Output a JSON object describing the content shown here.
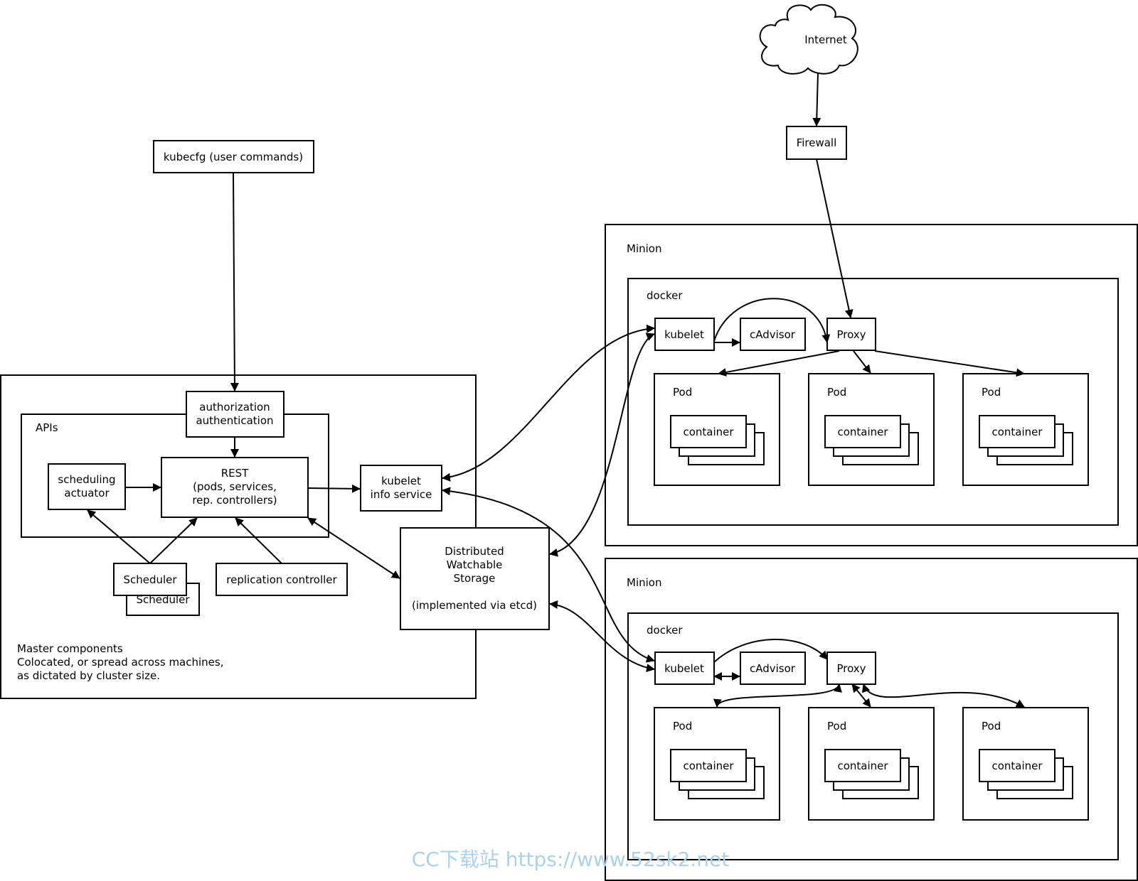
{
  "internet": "Internet",
  "firewall": "Firewall",
  "kubecfg": "kubecfg (user commands)",
  "master": {
    "auth_line1": "authorization",
    "auth_line2": "authentication",
    "apis_label": "APIs",
    "scheduling_line1": "scheduling",
    "scheduling_line2": "actuator",
    "rest_line1": "REST",
    "rest_line2": "(pods, services,",
    "rest_line3": "rep. controllers)",
    "kubelet_info_line1": "kubelet",
    "kubelet_info_line2": "info service",
    "scheduler": "Scheduler",
    "scheduler_back": "Scheduler",
    "replication_controller": "replication controller",
    "storage_line1": "Distributed",
    "storage_line2": "Watchable",
    "storage_line3": "Storage",
    "storage_line4": "(implemented via etcd)",
    "caption_line1": "Master components",
    "caption_line2": "Colocated, or spread across machines,",
    "caption_line3": "as dictated by cluster size."
  },
  "minions": [
    {
      "label": "Minion",
      "docker": "docker",
      "kubelet": "kubelet",
      "cadvisor": "cAdvisor",
      "proxy": "Proxy",
      "pods": [
        {
          "label": "Pod",
          "container": "container"
        },
        {
          "label": "Pod",
          "container": "container"
        },
        {
          "label": "Pod",
          "container": "container"
        }
      ]
    },
    {
      "label": "Minion",
      "docker": "docker",
      "kubelet": "kubelet",
      "cadvisor": "cAdvisor",
      "proxy": "Proxy",
      "pods": [
        {
          "label": "Pod",
          "container": "container"
        },
        {
          "label": "Pod",
          "container": "container"
        },
        {
          "label": "Pod",
          "container": "container"
        }
      ]
    }
  ],
  "watermark": "CC下载站  https://www.52sk2.net"
}
